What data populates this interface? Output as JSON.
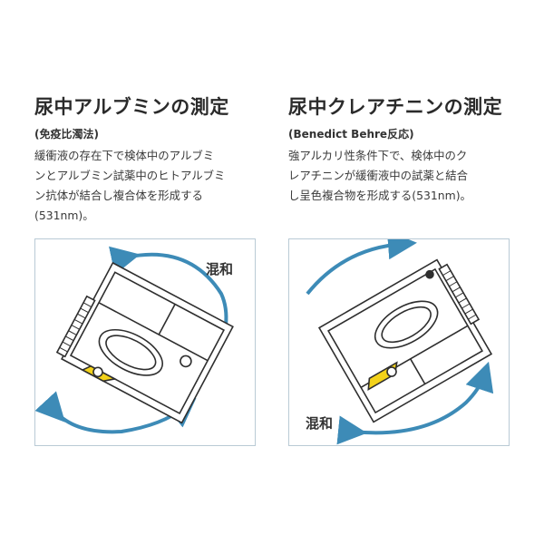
{
  "left": {
    "title": "尿中アルブミンの測定",
    "subtitle": "(免疫比濁法)",
    "body_lines": [
      "緩衝液の存在下で検体中のアルブミ",
      "ンとアルブミン試薬中のヒトアルブミ",
      "ン抗体が結合し複合体を形成する",
      "(531nm)。"
    ],
    "mix_label": "混和"
  },
  "right": {
    "title": "尿中クレアチニンの測定",
    "subtitle": "(Benedict Behre反応)",
    "body_lines": [
      "強アルカリ性条件下で、検体中のク",
      "レアチニンが緩衝液中の試薬と結合",
      "し呈色複合物を形成する(531nm)。"
    ],
    "mix_label": "混和"
  },
  "colors": {
    "arrow": "#3d8bb7",
    "liquid": "#f3d21a",
    "frame": "#b9cad5",
    "cartridge_line": "#2e2e2e"
  }
}
